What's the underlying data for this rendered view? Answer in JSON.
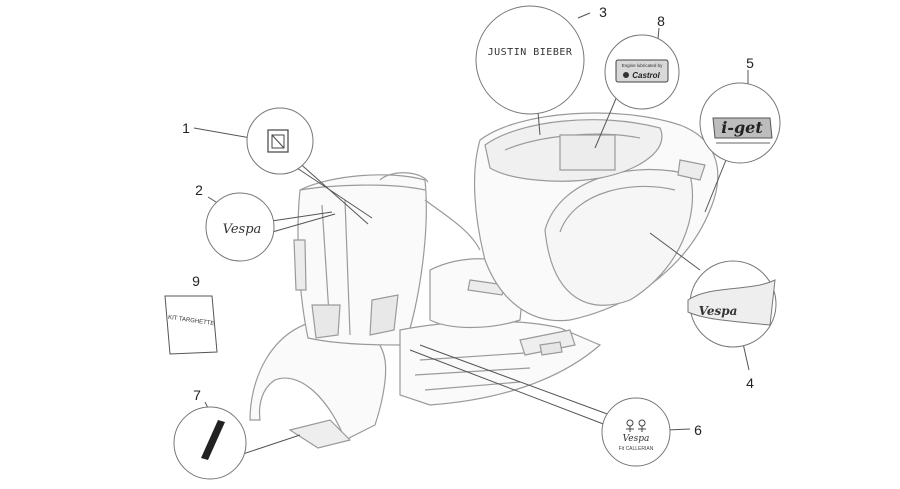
{
  "callouts": [
    {
      "number": "1"
    },
    {
      "number": "2",
      "text": "Vespa"
    },
    {
      "number": "3",
      "text": "JUSTIN BIEBER"
    },
    {
      "number": "4",
      "text": "Vespa"
    },
    {
      "number": "5",
      "text": "i-get"
    },
    {
      "number": "6",
      "text": "Vespa",
      "caption": "Fit CALLERIAN"
    },
    {
      "number": "7"
    },
    {
      "number": "8",
      "text": "Engine lubricated by",
      "brand": "Castrol"
    },
    {
      "number": "9",
      "text": "KIT TARGHETTE"
    }
  ],
  "colors": {
    "line": "#555555",
    "outline": "#9a9a9a",
    "fill": "#f4f4f4",
    "dark": "#222222"
  }
}
